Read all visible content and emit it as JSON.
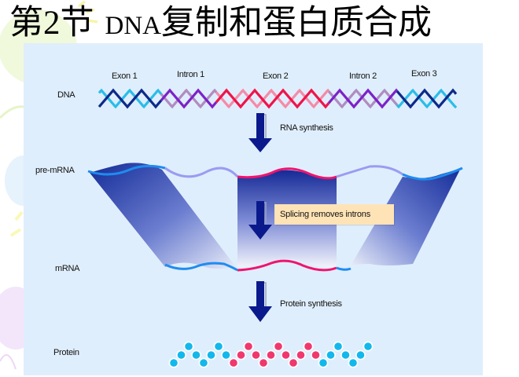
{
  "slide": {
    "title_part1": "第2节",
    "title_latin": "DNA",
    "title_part2": "复制和蛋白质合成"
  },
  "diagram": {
    "row_labels": {
      "dna": "DNA",
      "pre_mrna": "pre-mRNA",
      "mrna": "mRNA",
      "protein": "Protein"
    },
    "segments": [
      {
        "label": "Exon 1",
        "type": "exon",
        "colors": [
          "#0d2a8a",
          "#2bbde8"
        ]
      },
      {
        "label": "Intron 1",
        "type": "intron",
        "colors": [
          "#7d22c8",
          "#b08cc0"
        ]
      },
      {
        "label": "Exon 2",
        "type": "exon",
        "colors": [
          "#f0144a",
          "#f58aa8"
        ]
      },
      {
        "label": "Intron 2",
        "type": "intron",
        "colors": [
          "#7d22c8",
          "#b08cc0"
        ]
      },
      {
        "label": "Exon 3",
        "type": "exon",
        "colors": [
          "#0d2a8a",
          "#2bbde8"
        ]
      }
    ],
    "steps": [
      {
        "label": "RNA synthesis"
      },
      {
        "label": "Splicing removes introns"
      },
      {
        "label": "Protein synthesis"
      }
    ],
    "strand_colors": {
      "exon_outer": "#1e8cf0",
      "intron": "#9a9cf2",
      "exon_middle": "#f0146e",
      "arrow": "#0a1a8c"
    },
    "protein_chain": {
      "bead_colors": [
        "cyan",
        "cyan",
        "cyan",
        "cyan",
        "cyan",
        "cyan",
        "cyan",
        "cyan",
        "pink",
        "pink",
        "pink",
        "pink",
        "pink",
        "pink",
        "pink",
        "pink",
        "pink",
        "pink",
        "pink",
        "pink",
        "cyan",
        "cyan",
        "cyan",
        "cyan",
        "cyan",
        "cyan",
        "cyan"
      ],
      "palette": {
        "cyan": "#12b8ec",
        "pink": "#f0386e"
      }
    }
  }
}
